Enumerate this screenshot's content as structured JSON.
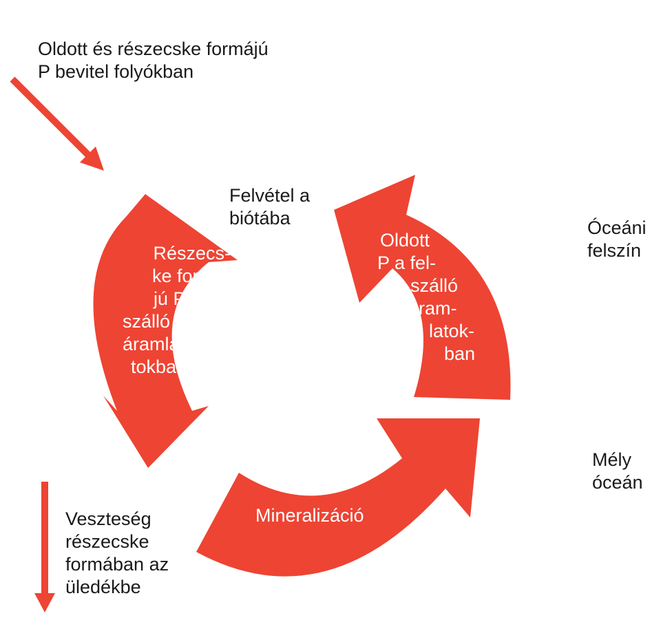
{
  "colors": {
    "arrow": "#ee4433",
    "text": "#1a1a1a",
    "inner_text": "#ffffff"
  },
  "input": {
    "lines": [
      "Oldott és részecske formájú",
      "P bevitel folyókban"
    ]
  },
  "uptake": {
    "lines": [
      "Felvétel a",
      "biótába"
    ]
  },
  "ocean_surface": {
    "lines": [
      "Óceáni",
      "felszín"
    ]
  },
  "deep_ocean": {
    "lines": [
      "Mély",
      "óceán"
    ]
  },
  "loss": {
    "lines": [
      "Veszteség",
      "részecske",
      "formában az",
      "üledékbe"
    ]
  },
  "particulate_down": {
    "lines": [
      "Részecs-",
      "ke formá-",
      "jú P a le-",
      "szálló",
      "áramla-",
      "tokban"
    ]
  },
  "dissolved_up": {
    "lines": [
      "Oldott",
      "P a fel-",
      "szálló",
      "áram-",
      "latok-",
      "ban"
    ]
  },
  "mineralization": {
    "label": "Mineralizáció"
  }
}
